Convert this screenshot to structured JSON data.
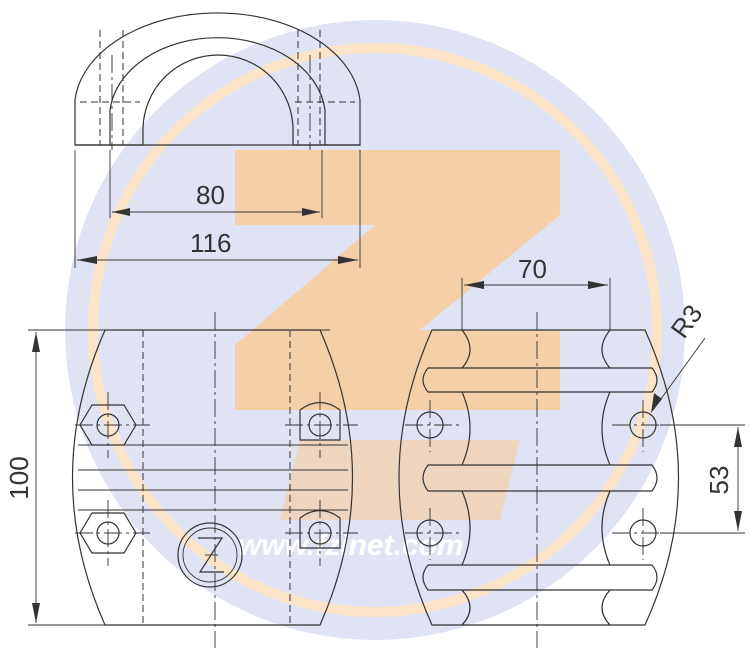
{
  "dimensions": {
    "inner_width": "80",
    "outer_width": "116",
    "height": "100",
    "rib_spacing": "70",
    "radius": "R3",
    "hole_spacing": "53"
  },
  "watermark": {
    "text": "www.fzinet.com",
    "logo_color": "#f4a24a",
    "disc_color": "#c7cdeb"
  }
}
